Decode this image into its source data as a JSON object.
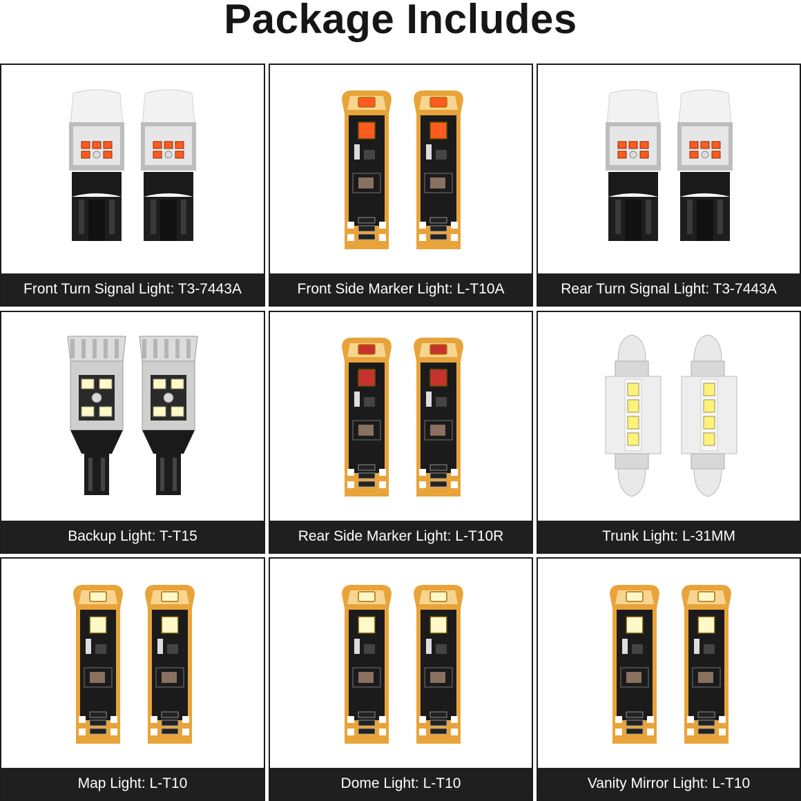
{
  "title": "Package Includes",
  "colors": {
    "caption_bg": "#1f1f1f",
    "pcb_gold": "#e8a43a",
    "pcb_black": "#1b1b1b",
    "amber_led": "#ff5a1f",
    "white_led": "#fff9c9"
  },
  "items": [
    {
      "label": "Front Turn Signal Light: T3-7443A",
      "type": "bulb-7443",
      "led": "amber"
    },
    {
      "label": "Front Side Marker Light: L-T10A",
      "type": "t10",
      "led": "amber"
    },
    {
      "label": "Rear Turn Signal Light: T3-7443A",
      "type": "bulb-7443",
      "led": "amber"
    },
    {
      "label": "Backup Light: T-T15",
      "type": "bulb-t15",
      "led": "white"
    },
    {
      "label": "Rear Side Marker Light: L-T10R",
      "type": "t10",
      "led": "red"
    },
    {
      "label": "Trunk Light: L-31MM",
      "type": "festoon-31mm",
      "led": "yellow"
    },
    {
      "label": "Map Light: L-T10",
      "type": "t10",
      "led": "white"
    },
    {
      "label": "Dome Light: L-T10",
      "type": "t10",
      "led": "white"
    },
    {
      "label": "Vanity Mirror Light: L-T10",
      "type": "t10",
      "led": "white"
    }
  ]
}
